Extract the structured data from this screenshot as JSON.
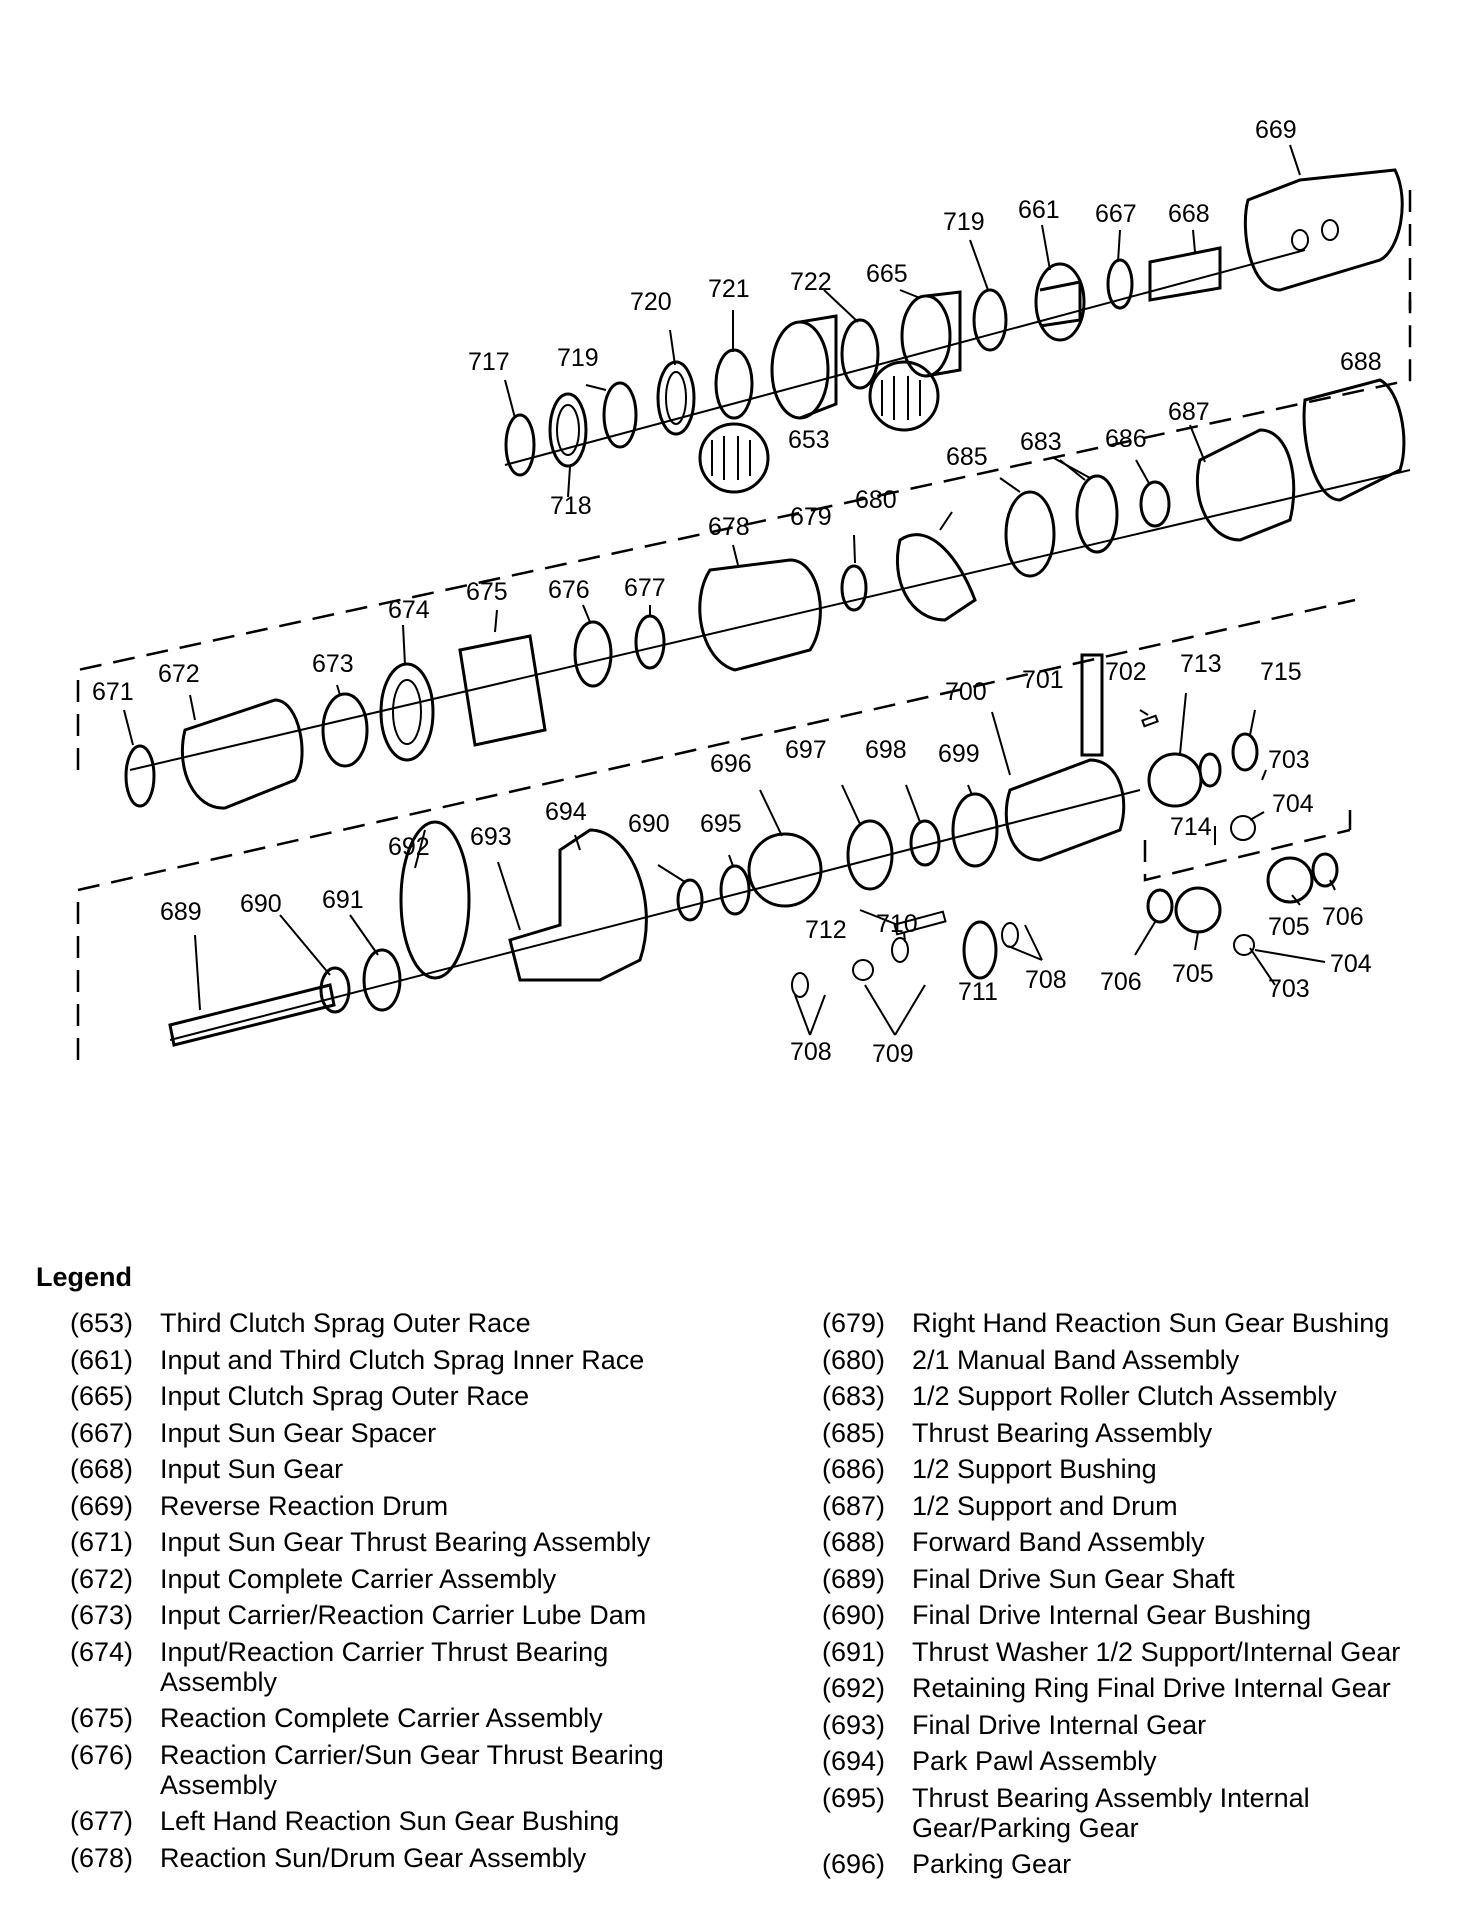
{
  "callouts": {
    "c669": "669",
    "c661": "661",
    "c667": "667",
    "c668": "668",
    "c719a": "719",
    "c722": "722",
    "c665": "665",
    "c720": "720",
    "c721": "721",
    "c717": "717",
    "c719b": "719",
    "c718": "718",
    "c653": "653",
    "c688": "688",
    "c683": "683",
    "c686": "686",
    "c687": "687",
    "c685": "685",
    "c678": "678",
    "c679": "679",
    "c680": "680",
    "c674": "674",
    "c675": "675",
    "c676": "676",
    "c677": "677",
    "c671": "671",
    "c672": "672",
    "c673": "673",
    "c700": "700",
    "c701": "701",
    "c702": "702",
    "c713": "713",
    "c715": "715",
    "c703a": "703",
    "c704a": "704",
    "c714": "714",
    "c696": "696",
    "c697": "697",
    "c698": "698",
    "c699": "699",
    "c694": "694",
    "c690a": "690",
    "c695": "695",
    "c692": "692",
    "c693": "693",
    "c689": "689",
    "c690b": "690",
    "c691": "691",
    "c712": "712",
    "c710": "710",
    "c705a": "705",
    "c706a": "706",
    "c711": "711",
    "c708a": "708",
    "c706b": "706",
    "c705b": "705",
    "c704b": "704",
    "c703b": "703",
    "c708b": "708",
    "c709": "709"
  },
  "legend": {
    "title": "Legend",
    "left": [
      {
        "num": "(653)",
        "text": "Third Clutch Sprag Outer Race"
      },
      {
        "num": "(661)",
        "text": "Input and Third Clutch Sprag Inner Race"
      },
      {
        "num": "(665)",
        "text": "Input Clutch Sprag Outer Race"
      },
      {
        "num": "(667)",
        "text": "Input Sun Gear Spacer"
      },
      {
        "num": "(668)",
        "text": "Input Sun Gear"
      },
      {
        "num": "(669)",
        "text": "Reverse Reaction Drum"
      },
      {
        "num": "(671)",
        "text": "Input Sun Gear Thrust Bearing Assembly"
      },
      {
        "num": "(672)",
        "text": "Input Complete Carrier Assembly"
      },
      {
        "num": "(673)",
        "text": "Input Carrier/Reaction Carrier Lube Dam"
      },
      {
        "num": "(674)",
        "text": "Input/Reaction Carrier Thrust Bearing Assembly"
      },
      {
        "num": "(675)",
        "text": "Reaction Complete Carrier Assembly"
      },
      {
        "num": "(676)",
        "text": "Reaction Carrier/Sun Gear Thrust Bearing Assembly"
      },
      {
        "num": "(677)",
        "text": "Left Hand Reaction Sun Gear Bushing"
      },
      {
        "num": "(678)",
        "text": "Reaction Sun/Drum Gear Assembly"
      }
    ],
    "right": [
      {
        "num": "(679)",
        "text": "Right Hand Reaction Sun Gear Bushing"
      },
      {
        "num": "(680)",
        "text": "2/1 Manual Band Assembly"
      },
      {
        "num": "(683)",
        "text": "1/2 Support Roller Clutch Assembly"
      },
      {
        "num": "(685)",
        "text": "Thrust Bearing Assembly"
      },
      {
        "num": "(686)",
        "text": "1/2 Support Bushing"
      },
      {
        "num": "(687)",
        "text": "1/2 Support and Drum"
      },
      {
        "num": "(688)",
        "text": "Forward Band Assembly"
      },
      {
        "num": "(689)",
        "text": "Final Drive Sun Gear Shaft"
      },
      {
        "num": "(690)",
        "text": "Final Drive Internal Gear Bushing"
      },
      {
        "num": "(691)",
        "text": "Thrust Washer 1/2 Support/Internal Gear"
      },
      {
        "num": "(692)",
        "text": "Retaining Ring Final Drive Internal Gear"
      },
      {
        "num": "(693)",
        "text": "Final Drive Internal Gear"
      },
      {
        "num": "(694)",
        "text": "Park Pawl Assembly"
      },
      {
        "num": "(695)",
        "text": "Thrust Bearing Assembly Internal Gear/Parking Gear"
      },
      {
        "num": "(696)",
        "text": "Parking Gear"
      }
    ]
  }
}
